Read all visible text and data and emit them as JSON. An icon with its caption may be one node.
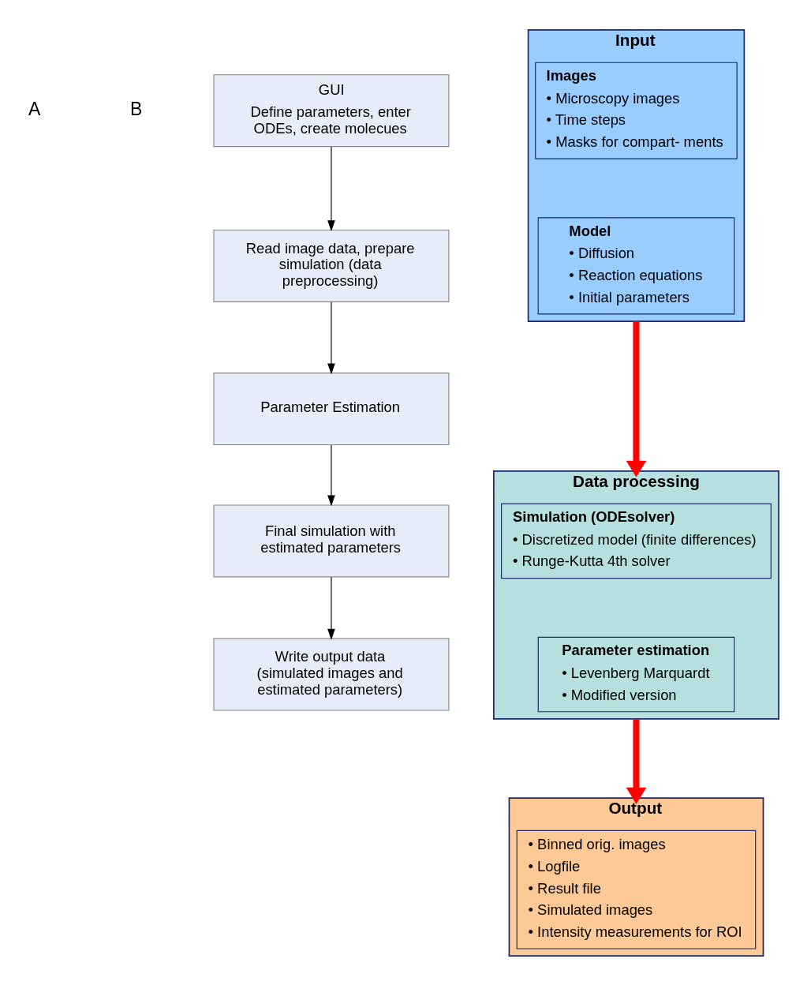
{
  "diagram": {
    "nodes": [
      {
        "text": [
          "GUI",
          "Define parameters, enter ODEs, create molecues"
        ]
      },
      {
        "text": [
          "Read image data, prepare simulation (data preprocessing)"
        ]
      },
      {
        "text": [
          "Parameter Estimation"
        ]
      },
      {
        "text": [
          "Final simulation with estimated parameters"
        ]
      },
      {
        "text": [
          "Write output data (simulated images and estimated parameters)"
        ]
      },
      {
        "text": [
          "Input"
        ]
      },
      {
        "text": [
          "Images",
          "• Microscopy images",
          "• Time steps",
          "• Masks for compart- ments"
        ],
        "in": 5
      },
      {
        "text": [
          "Model",
          "• Diffusion",
          "• Reaction equations",
          "• Initial parameters"
        ],
        "in": 5
      },
      {
        "text": [
          "Data processing"
        ]
      },
      {
        "text": [
          "Simulation (ODEsolver)",
          "• Discretized model (finite differences)",
          "• Runge-Kutta 4th solver"
        ],
        "in": 8
      },
      {
        "text": [
          "Parameter estimation",
          "• Levenberg Marquardt",
          "• Modified version"
        ],
        "in": 8
      },
      {
        "text": [
          "Output"
        ]
      },
      {
        "text": [
          "• Binned orig. images",
          "• Logfile",
          "• Result file",
          "• Simulated images",
          "• Intensity measurements for ROI"
        ],
        "in": 11
      }
    ],
    "edges": [
      {
        "from": 0,
        "to": 1,
        "arrow": "to"
      },
      {
        "from": 1,
        "to": 2,
        "arrow": "to"
      },
      {
        "from": 2,
        "to": 3,
        "arrow": "to"
      },
      {
        "from": 3,
        "to": 4,
        "arrow": "to"
      },
      {
        "from": 5,
        "to": 8,
        "arrow": "to",
        "style": "thick",
        "color": "#ff0000"
      },
      {
        "from": 8,
        "to": 11,
        "arrow": "to",
        "style": "thick",
        "color": "#ff0000"
      }
    ],
    "labels": [
      "A",
      "B"
    ]
  }
}
